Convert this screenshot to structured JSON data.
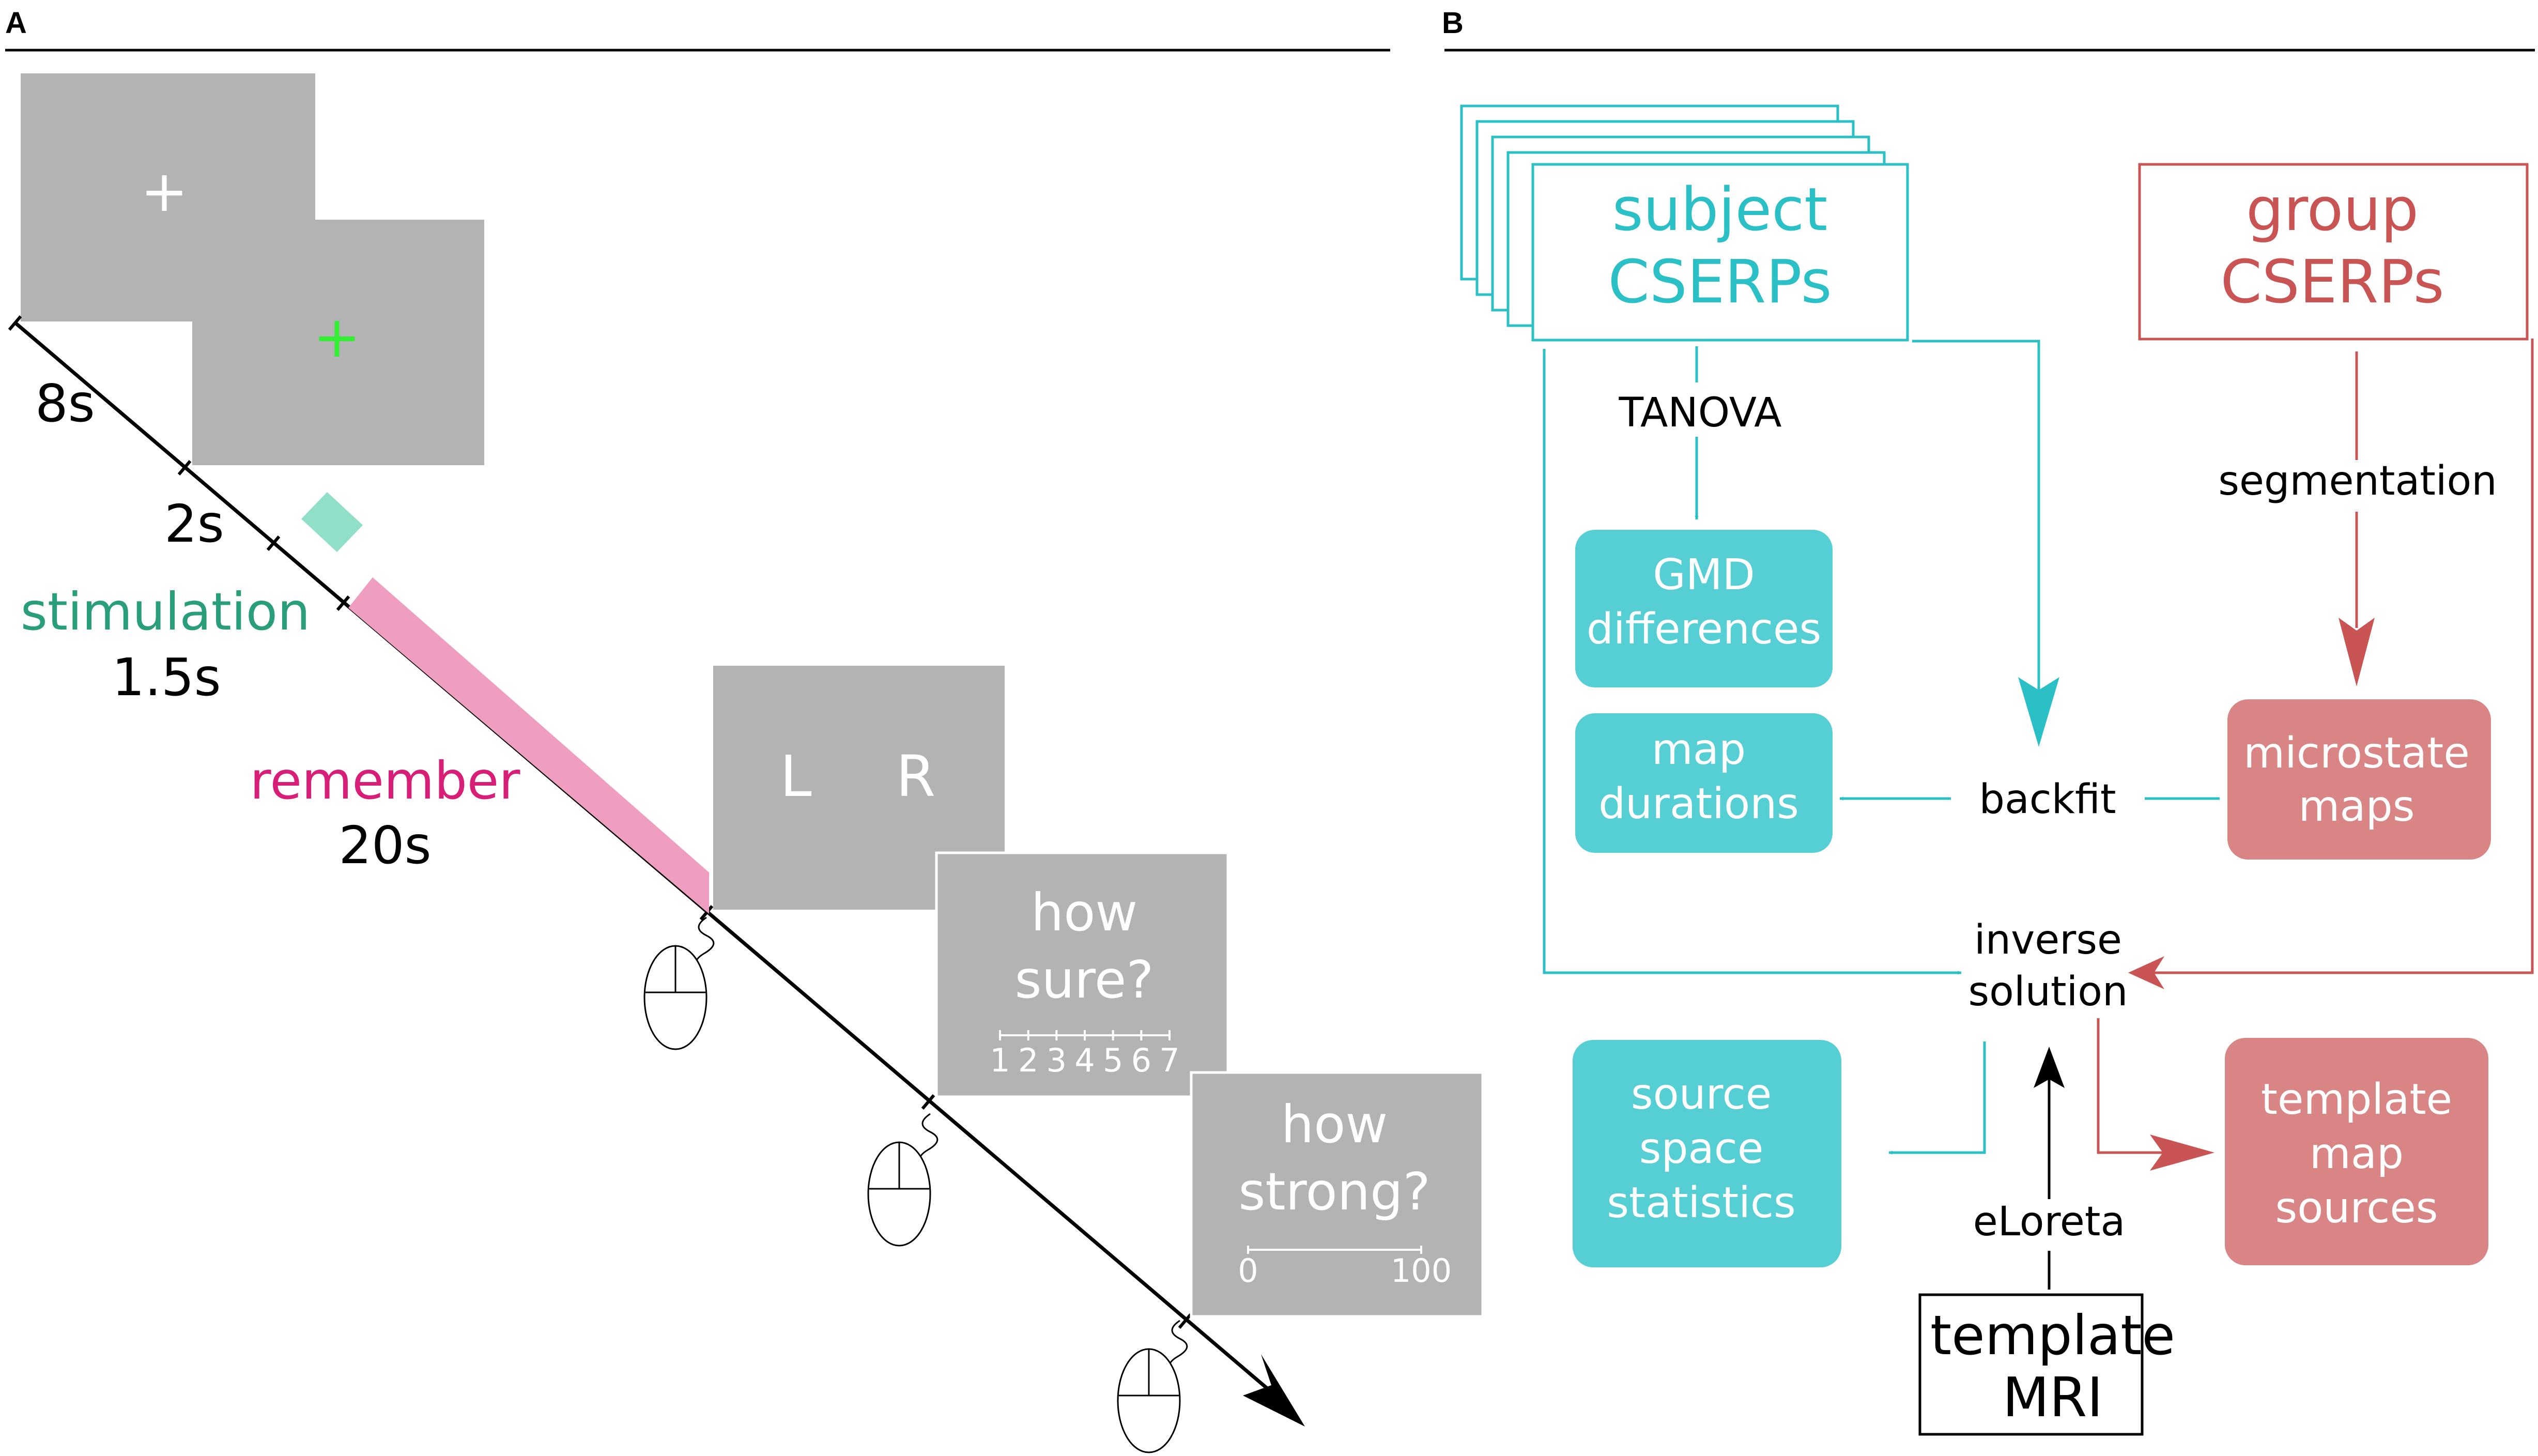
{
  "panel_a": {
    "letter": "A",
    "screens": {
      "fixation_symbol": "+",
      "cue_symbol": "+",
      "left_label": "L",
      "right_label": "R",
      "q1_line1": "how",
      "q1_line2": "sure?",
      "q1_scale": [
        "1",
        "2",
        "3",
        "4",
        "5",
        "6",
        "7"
      ],
      "q2_line1": "how",
      "q2_line2": "strong?",
      "q2_scale_min": "0",
      "q2_scale_max": "100"
    },
    "timeline": {
      "fixation_duration": "8s",
      "cue_duration": "2s",
      "stimulation_label": "stimulation",
      "stimulation_duration": "1.5s",
      "remember_label": "remember",
      "remember_duration": "20s"
    },
    "colors": {
      "screen_gray": "#b3b3b3",
      "stimulation": "#2a9d7a",
      "stimulation_bar": "#8fdfc9",
      "remember": "#d81f78",
      "remember_bar": "#ef9ec2",
      "cue_cross": "#33ee33"
    }
  },
  "panel_b": {
    "letter": "B",
    "nodes": {
      "subject_cserps": [
        "subject",
        "CSERPs"
      ],
      "group_cserps": [
        "group",
        "CSERPs"
      ],
      "gmd_differences": [
        "GMD",
        "differences"
      ],
      "map_durations": [
        "map",
        "durations"
      ],
      "microstate_maps": [
        "microstate",
        "maps"
      ],
      "inverse_solution": [
        "inverse",
        "solution"
      ],
      "source_space_statistics": [
        "source",
        "space",
        "statistics"
      ],
      "template_map_sources": [
        "template",
        "map",
        "sources"
      ],
      "template_mri": [
        "template",
        "MRI"
      ]
    },
    "edge_labels": {
      "tanova": "TANOVA",
      "segmentation": "segmentation",
      "backfit": "backfit",
      "eloreta": "eLoreta"
    },
    "colors": {
      "subject": "#2bbfc6",
      "subject_fill": "#56cfd4",
      "group": "#c95454",
      "group_fill": "#d98585"
    }
  }
}
